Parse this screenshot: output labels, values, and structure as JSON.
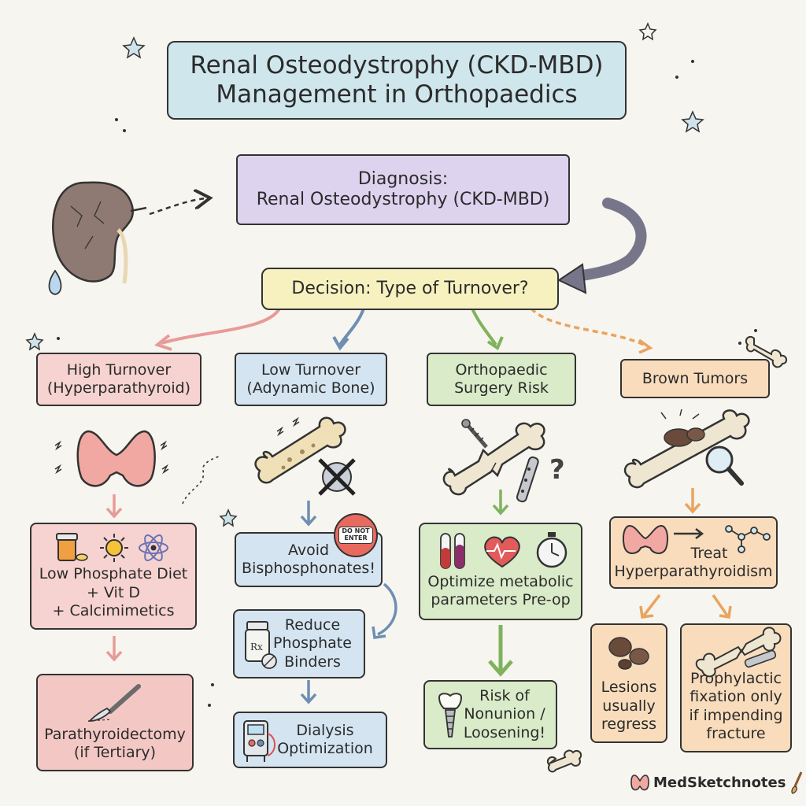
{
  "title": {
    "line1": "Renal Osteodystrophy (CKD-MBD)",
    "line2": "Management in Orthopaedics"
  },
  "diagnosis": {
    "line1": "Diagnosis:",
    "line2": "Renal Osteodystrophy (CKD-MBD)"
  },
  "decision": "Decision: Type of Turnover?",
  "branches": {
    "high": {
      "line1": "High Turnover",
      "line2": "(Hyperparathyroid)"
    },
    "low": {
      "line1": "Low Turnover",
      "line2": "(Adynamic Bone)"
    },
    "ortho": {
      "line1": "Orthopaedic",
      "line2": "Surgery Risk"
    },
    "brown": {
      "line1": "Brown Tumors"
    }
  },
  "high_steps": {
    "diet": {
      "line1": "Low Phosphate Diet",
      "line2": "+ Vit D",
      "line3": "+ Calcimimetics"
    },
    "surgery": {
      "line1": "Parathyroidectomy",
      "line2": "(if Tertiary)"
    }
  },
  "low_steps": {
    "avoid": {
      "line1": "Avoid",
      "line2": "Bisphosphonates!"
    },
    "badge": {
      "line1": "DO NOT",
      "line2": "ENTER"
    },
    "reduce": {
      "line1": "Reduce",
      "line2": "Phosphate",
      "line3": "Binders"
    },
    "rx": "Rx",
    "dialysis": {
      "line1": "Dialysis",
      "line2": "Optimization"
    }
  },
  "ortho_steps": {
    "optimize": {
      "line1": "Optimize metabolic",
      "line2": "parameters Pre-op"
    },
    "risk": {
      "line1": "Risk of",
      "line2": "Nonunion /",
      "line3": "Loosening!"
    }
  },
  "brown_steps": {
    "treat": {
      "line1": "Treat",
      "line2": "Hyperparathyroidism"
    },
    "lesions": {
      "line1": "Lesions",
      "line2": "usually",
      "line3": "regress"
    },
    "fixation": {
      "line1": "Prophylactic",
      "line2": "fixation only",
      "line3": "if impending",
      "line4": "fracture"
    }
  },
  "brand": "MedSketchnotes",
  "colors": {
    "title_banner": "#cfe6ec",
    "diagnosis_banner": "#ddd3ef",
    "decision_box": "#f7f1c0",
    "high": "#f6d3d0",
    "low": "#d4e4f1",
    "ortho": "#d9ebc8",
    "brown": "#f8dcbc",
    "arrow_pink": "#e79b98",
    "arrow_blue": "#6e8fb3",
    "arrow_green": "#7fb25e",
    "arrow_orange": "#e8a45e",
    "arrow_gray": "#77758a"
  },
  "icons": [
    "kidney-icon",
    "thyroid-icon",
    "bone-icon",
    "cross-icon",
    "screw-icon",
    "fractured-bone-icon",
    "plate-icon",
    "question-mark-icon",
    "magnifier-icon",
    "pill-bottle-icon",
    "sun-icon",
    "atom-icon",
    "scalpel-icon",
    "stop-sign-icon",
    "dialysis-machine-icon",
    "test-tube-icon",
    "heart-icon",
    "stopwatch-icon",
    "dental-implant-icon",
    "molecule-icon",
    "lesion-icon",
    "paintbrush-icon",
    "star-icon"
  ]
}
